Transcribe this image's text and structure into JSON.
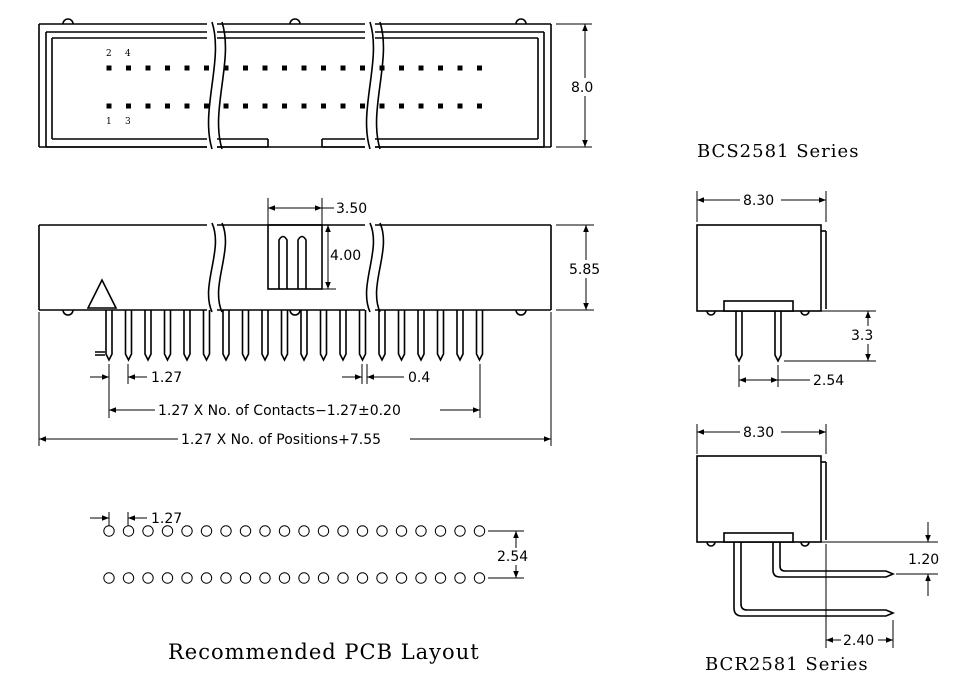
{
  "top_view": {
    "pin_numbers": {
      "top": [
        "2",
        "4"
      ],
      "bottom": [
        "1",
        "3"
      ]
    },
    "height_dim": "8.0"
  },
  "front_view": {
    "latch_width_dim": "3.50",
    "latch_height_dim": "4.00",
    "body_height_dim": "5.85",
    "pitch_dim": "1.27",
    "pin_width_dim": "0.4",
    "contacts_formula": "1.27 X No. of Contacts−1.27±0.20",
    "positions_formula": "1.27 X No. of Positions+7.55"
  },
  "pcb_layout": {
    "pitch_dim": "1.27",
    "row_spacing_dim": "2.54",
    "caption": "Recommended PCB Layout"
  },
  "bcs_series": {
    "title": "BCS2581 Series",
    "width_dim": "8.30",
    "pin_length_dim": "3.3",
    "row_pitch_dim": "2.54"
  },
  "bcr_series": {
    "title": "BCR2581 Series",
    "width_dim": "8.30",
    "offset_dim": "1.20",
    "row_pitch_dim": "2.40"
  }
}
